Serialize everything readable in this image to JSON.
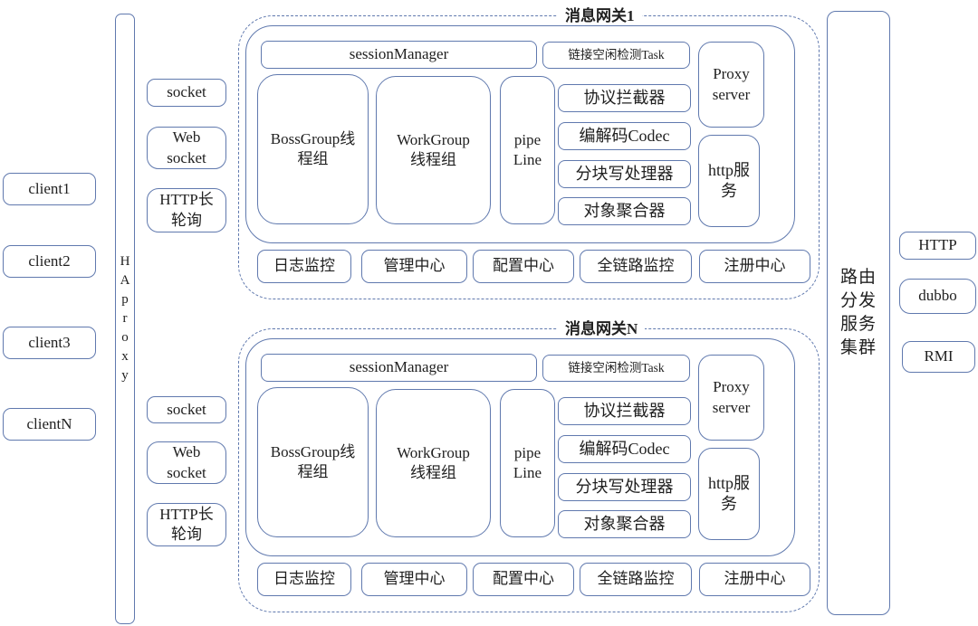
{
  "colors": {
    "line": "#6079ae",
    "text": "#1f1f1f",
    "background": "#ffffff"
  },
  "clients": [
    "client1",
    "client2",
    "client3",
    "clientN"
  ],
  "haproxy": {
    "label": "HAproxy",
    "letters": [
      "H",
      "A",
      "p",
      "r",
      "o",
      "x",
      "y"
    ]
  },
  "entry_groups": [
    {
      "socket": "socket",
      "web_socket": "Web socket",
      "http_poll": "HTTP长轮询"
    },
    {
      "socket": "socket",
      "web_socket": "Web socket",
      "http_poll": "HTTP长轮询"
    }
  ],
  "gateways": [
    {
      "title": "消息网关1",
      "session_manager": "sessionManager",
      "idle_task": "链接空闲检测Task",
      "proxy_server": "Proxy server",
      "boss_group": "BossGroup线程组",
      "work_group": "WorkGroup线程组",
      "pipeline": "pipe Line",
      "handlers": [
        "协议拦截器",
        "编解码Codec",
        "分块写处理器",
        "对象聚合器"
      ],
      "http_service": "http服务",
      "bottom_row": [
        "日志监控",
        "管理中心",
        "配置中心",
        "全链路监控",
        "注册中心"
      ]
    },
    {
      "title": "消息网关N",
      "session_manager": "sessionManager",
      "idle_task": "链接空闲检测Task",
      "proxy_server": "Proxy server",
      "boss_group": "BossGroup线程组",
      "work_group": "WorkGroup线程组",
      "pipeline": "pipe Line",
      "handlers": [
        "协议拦截器",
        "编解码Codec",
        "分块写处理器",
        "对象聚合器"
      ],
      "http_service": "http服务",
      "bottom_row": [
        "日志监控",
        "管理中心",
        "配置中心",
        "全链路监控",
        "注册中心"
      ]
    }
  ],
  "router_cluster": {
    "label": "路由分发服务集群",
    "lines": [
      "路由",
      "分发",
      "服务",
      "集群"
    ]
  },
  "protocols": [
    "HTTP",
    "dubbo",
    "RMI"
  ]
}
